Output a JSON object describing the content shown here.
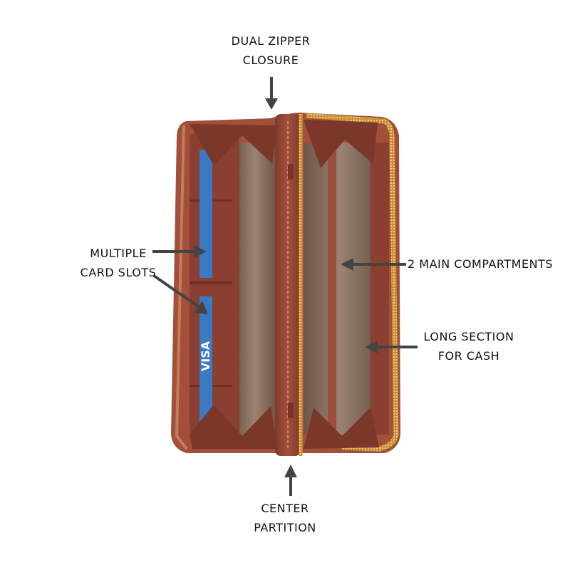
{
  "labels": {
    "dual_zipper": [
      "DUAL ZIPPER",
      "CLOSURE"
    ],
    "card_slots": [
      "MULTIPLE",
      "CARD SLOTS"
    ],
    "main_compartments": [
      "2 MAIN COMPARTMENTS"
    ],
    "cash_section": [
      "LONG SECTION",
      "FOR CASH"
    ],
    "center_partition": [
      "CENTER",
      "PARTITION"
    ]
  },
  "card_text": "VISA",
  "colors": {
    "leather": "#9c4a38",
    "leather_dark": "#6e2f24",
    "leather_light": "#b86a52",
    "lining": "#8a7260",
    "zipper": "#d9a84a",
    "card_blue": "#3a79c4",
    "arrow": "#444444"
  }
}
